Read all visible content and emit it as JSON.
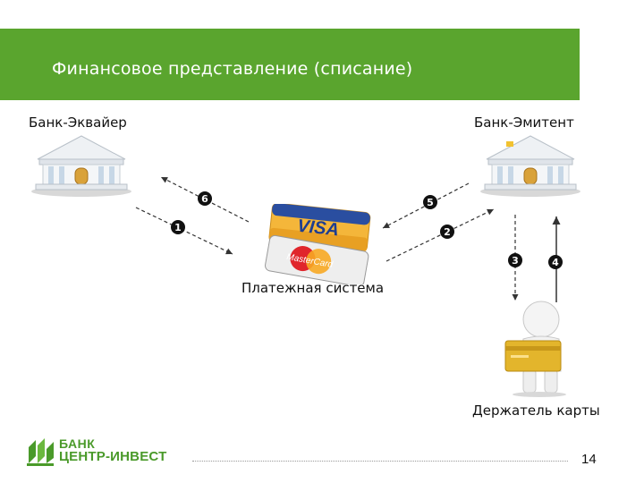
{
  "header": {
    "title": "Финансовое представление (списание)"
  },
  "nodes": {
    "acquirer": "Банк-Эквайер",
    "issuer": "Банк-Эмитент",
    "payment_system": "Платежная система",
    "cardholder": "Держатель карты"
  },
  "cards": {
    "visa": "VISA",
    "mastercard": "MasterCard"
  },
  "steps": [
    "1",
    "2",
    "3",
    "4",
    "5",
    "6"
  ],
  "footer": {
    "logo_line1": "БАНК",
    "logo_line2": "ЦЕНТР-ИНВЕСТ",
    "page_number": "14"
  },
  "colors": {
    "header_bg": "#5aa52e",
    "brand_green": "#4a9a2a"
  }
}
